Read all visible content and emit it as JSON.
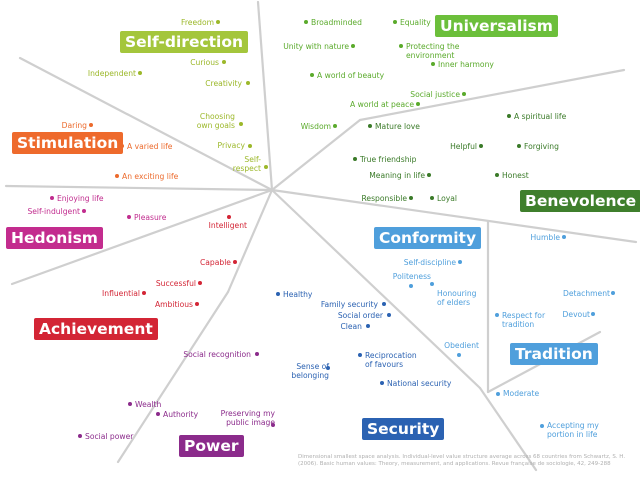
{
  "colors": {
    "line": "#c8c8c8",
    "self_direction": "#a4c63c",
    "universalism": "#6cbf3b",
    "benevolence": "#3f7f2c",
    "stimulation": "#ee6a2c",
    "hedonism": "#c32c8e",
    "achievement": "#d32535",
    "power": "#8b2b8b",
    "conformity": "#4f9fdc",
    "tradition": "#4f9fdc",
    "security": "#2b62b2"
  },
  "categories": {
    "self_direction": "Self-direction",
    "universalism": "Universalism",
    "stimulation": "Stimulation",
    "benevolence": "Benevolence",
    "hedonism": "Hedonism",
    "conformity": "Conformity",
    "achievement": "Achievement",
    "tradition": "Tradition",
    "power": "Power",
    "security": "Security"
  },
  "values": {
    "freedom": "Freedom",
    "curious": "Curious",
    "independent": "Independent",
    "creativity": "Creativity",
    "choosing_own_goals": "Choosing\nown goals",
    "privacy": "Privacy",
    "self_respect": "Self-\nrespect",
    "broadminded": "Broadminded",
    "equality": "Equality",
    "unity_with_nature": "Unity with nature",
    "protecting_environment": "Protecting the\nenvironment",
    "inner_harmony": "Inner harmony",
    "world_of_beauty": "A world of beauty",
    "social_justice": "Social justice",
    "world_at_peace": "A world at peace",
    "wisdom": "Wisdom",
    "mature_love": "Mature love",
    "spiritual_life": "A spiritual life",
    "helpful": "Helpful",
    "forgiving": "Forgiving",
    "true_friendship": "True friendship",
    "meaning_in_life": "Meaning in life",
    "honest": "Honest",
    "responsible": "Responsible",
    "loyal": "Loyal",
    "daring": "Daring",
    "varied_life": "A varied life",
    "exciting_life": "An exciting life",
    "enjoying_life": "Enjoying life",
    "self_indulgent": "Self-indulgent",
    "pleasure": "Pleasure",
    "intelligent": "Intelligent",
    "capable": "Capable",
    "successful": "Successful",
    "influential": "Influential",
    "ambitious": "Ambitious",
    "social_recognition": "Social recognition",
    "wealth": "Wealth",
    "authority": "Authority",
    "preserving_public_image": "Preserving my\npublic image",
    "social_power": "Social power",
    "healthy": "Healthy",
    "family_security": "Family security",
    "social_order": "Social order",
    "clean": "Clean",
    "sense_of_belonging": "Sense of\nbelonging",
    "reciprocation_of_favours": "Reciprocation\nof favours",
    "national_security": "National security",
    "self_discipline": "Self-discipline",
    "politeness": "Politeness",
    "honouring_of_elders": "Honouring\nof elders",
    "obedient": "Obedient",
    "humble": "Humble",
    "detachment": "Detachment",
    "respect_for_tradition": "Respect for\ntradition",
    "devout": "Devout",
    "moderate": "Moderate",
    "accepting_my_portion": "Accepting my\nportion in life"
  },
  "footnote": "Dimensional smallest space analysis. Individual-level value structure average across 68 countries from Schwartz, S. H. (2006). Basic human values: Theory, measurement, and applications. Revue française de sociologie, 42, 249-288"
}
